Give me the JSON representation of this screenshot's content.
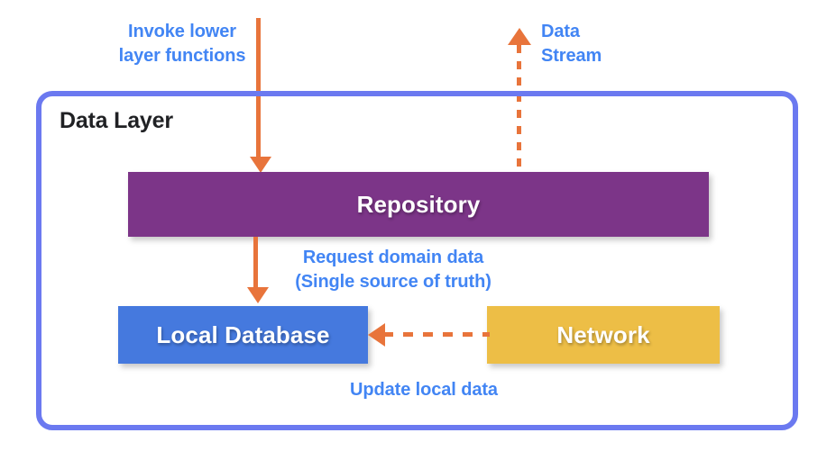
{
  "diagram": {
    "title": "Data Layer",
    "container": {
      "label": "Data Layer",
      "border_color": "#6B79F0"
    },
    "nodes": [
      {
        "id": "repository",
        "label": "Repository",
        "color": "#7C3588"
      },
      {
        "id": "local-database",
        "label": "Local Database",
        "color": "#4579DE"
      },
      {
        "id": "network",
        "label": "Network",
        "color": "#EDBE46"
      }
    ],
    "labels": {
      "invoke": "Invoke lower\nlayer functions",
      "data_stream": "Data\nStream",
      "request": "Request domain data\n(Single source of truth)",
      "update": "Update local data",
      "text_color": "#4285F4"
    },
    "arrows": [
      {
        "id": "invoke-arrow",
        "style": "solid",
        "direction": "down",
        "color": "#E8743B"
      },
      {
        "id": "data-stream-arrow",
        "style": "dashed",
        "direction": "up",
        "color": "#E8743B"
      },
      {
        "id": "request-data-arrow",
        "style": "solid",
        "direction": "down",
        "color": "#E8743B"
      },
      {
        "id": "update-data-arrow",
        "style": "dashed",
        "direction": "left",
        "color": "#E8743B"
      }
    ]
  }
}
